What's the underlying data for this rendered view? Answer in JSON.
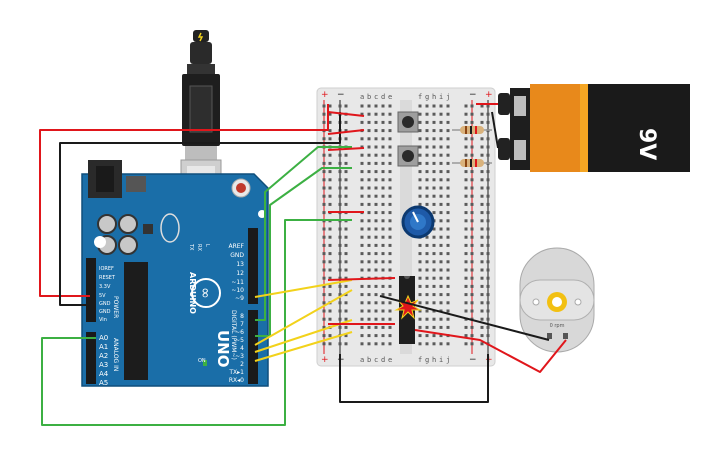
{
  "board": {
    "brand": "ARDUINO",
    "model": "UNO",
    "aref": "AREF",
    "gnd": "GND",
    "pin13": "13",
    "pin12": "12",
    "pin11": "~11",
    "pin10": "~10",
    "pin9": "~9",
    "pin8": "8",
    "pin7": "7",
    "pin6": "~6",
    "pin5": "~5",
    "pin4": "4",
    "pin3": "~3",
    "pin2": "2",
    "pin1": "TX▸1",
    "pin0": "RX◂0",
    "digital": "DIGITAL (PWM~)",
    "ioref": "IOREF",
    "reset": "RESET",
    "v33": "3.3V",
    "v5": "5V",
    "gnd1": "GND",
    "gnd2": "GND",
    "vin": "Vin",
    "power": "POWER",
    "analog": "ANALOG IN",
    "a0": "A0",
    "a1": "A1",
    "a2": "A2",
    "a3": "A3",
    "a4": "A4",
    "a5": "A5",
    "tx": "TX",
    "rx": "RX",
    "l": "L",
    "on": "ON"
  },
  "breadboard": {
    "cols_left": [
      "a",
      "b",
      "c",
      "d",
      "e"
    ],
    "cols_right": [
      "f",
      "g",
      "h",
      "i",
      "j"
    ],
    "plus": "+",
    "minus": "−"
  },
  "battery": {
    "label": "9V"
  },
  "motor": {
    "label": "0 rpm"
  },
  "colors": {
    "wire_red": "#e0161b",
    "wire_black": "#1a1a1a",
    "wire_green": "#3cb043",
    "wire_yellow": "#f2d21b",
    "board_blue": "#1a6ea8",
    "breadboard": "#e8e8e8"
  }
}
